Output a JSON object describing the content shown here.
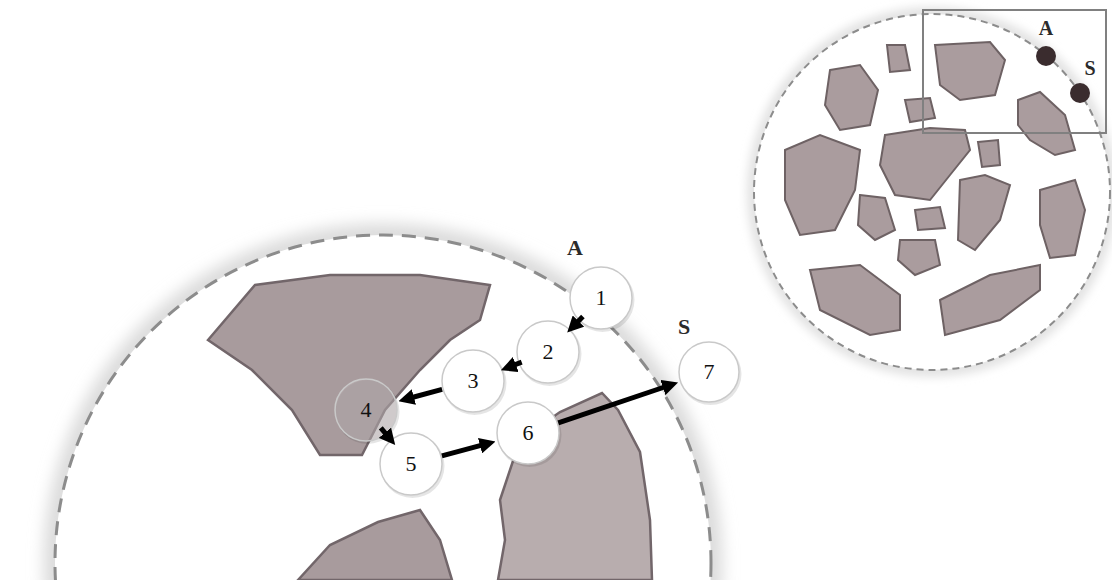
{
  "diagram": {
    "nodes": [
      {
        "text": [
          "1"
        ]
      },
      {
        "text": [
          "2"
        ]
      },
      {
        "text": [
          "3"
        ]
      },
      {
        "text": [
          "4"
        ]
      },
      {
        "text": [
          "5"
        ]
      },
      {
        "text": [
          "6"
        ]
      },
      {
        "text": [
          "7"
        ]
      }
    ],
    "edges": [
      {
        "from": 0,
        "to": 1,
        "arrow": "to"
      },
      {
        "from": 1,
        "to": 2,
        "arrow": "to"
      },
      {
        "from": 2,
        "to": 3,
        "arrow": "to"
      },
      {
        "from": 3,
        "to": 4,
        "arrow": "to"
      },
      {
        "from": 4,
        "to": 5,
        "arrow": "to"
      },
      {
        "from": 5,
        "to": 6,
        "arrow": "to"
      }
    ],
    "labels": [
      "A",
      "S",
      "A",
      "S"
    ]
  }
}
